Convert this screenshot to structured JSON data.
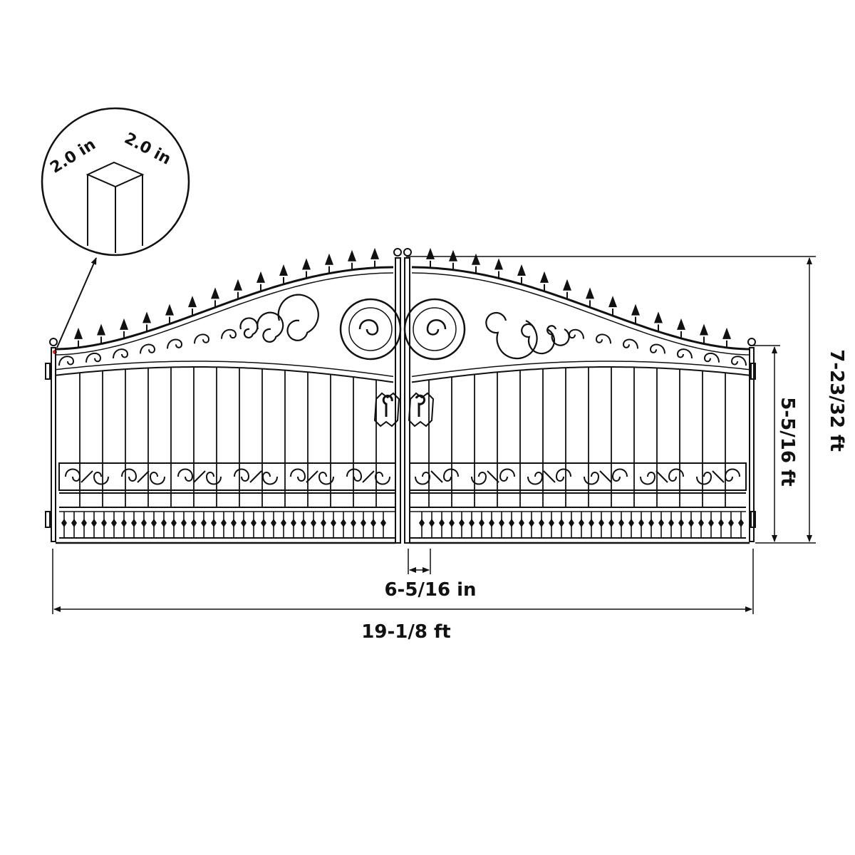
{
  "post_detail": {
    "width_label": "2.0 in",
    "depth_label": "2.0 in"
  },
  "dimensions": {
    "total_width": "19-1/8 ft",
    "center_gap": "6-5/16 in",
    "total_height": "7-23/32 ft",
    "side_height": "5-5/16 ft"
  },
  "colors": {
    "line": "#111111",
    "background": "#ffffff",
    "marker": "#e02020"
  }
}
